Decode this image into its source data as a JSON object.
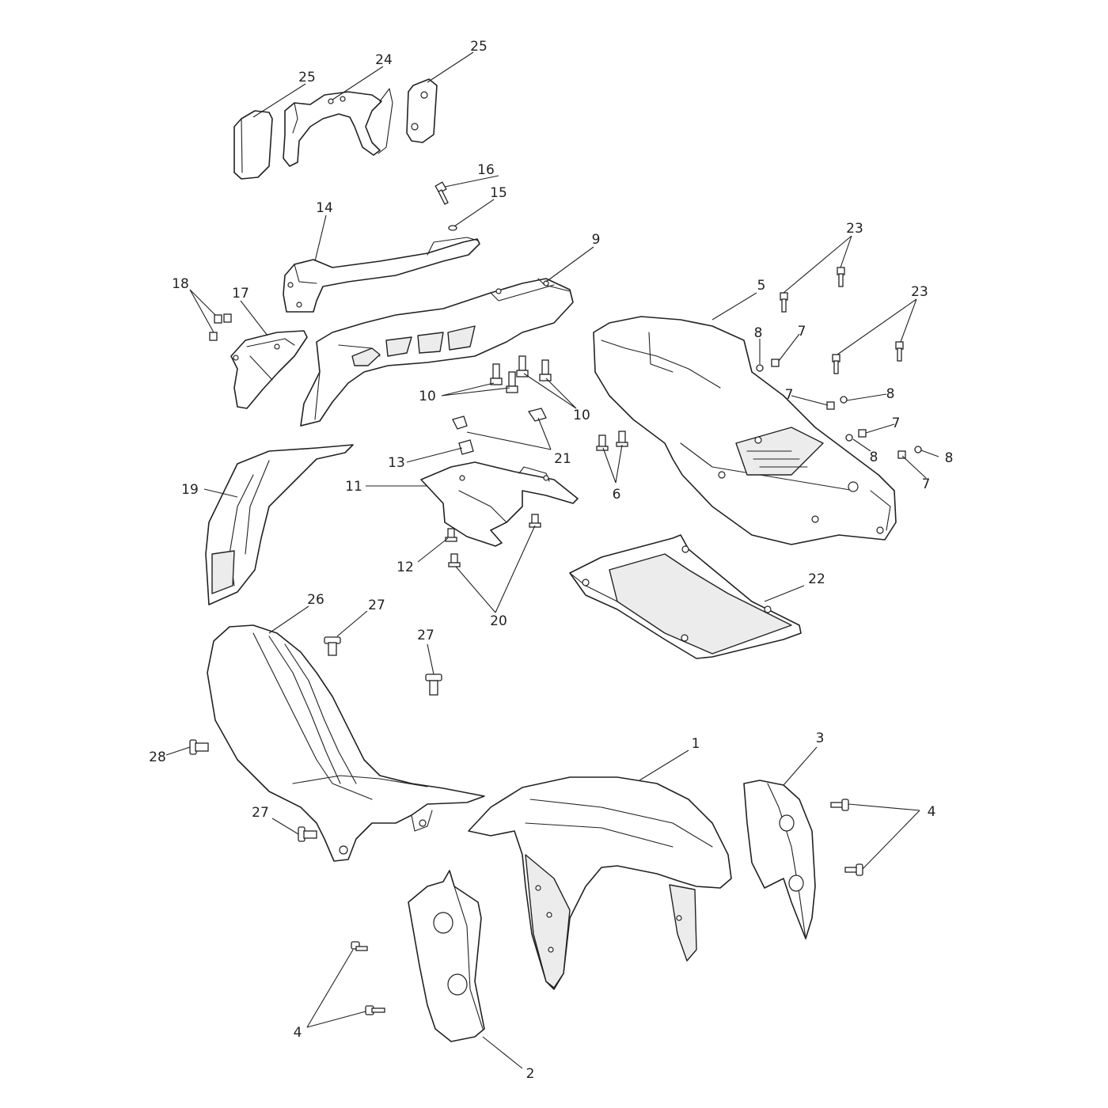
{
  "diagram": {
    "callouts": [
      "1",
      "2",
      "3",
      "4",
      "4",
      "5",
      "6",
      "7",
      "7",
      "7",
      "7",
      "8",
      "8",
      "8",
      "8",
      "9",
      "10",
      "10",
      "11",
      "12",
      "13",
      "14",
      "15",
      "16",
      "17",
      "18",
      "19",
      "20",
      "21",
      "22",
      "23",
      "23",
      "24",
      "25",
      "25",
      "26",
      "27",
      "27",
      "27",
      "28"
    ]
  }
}
